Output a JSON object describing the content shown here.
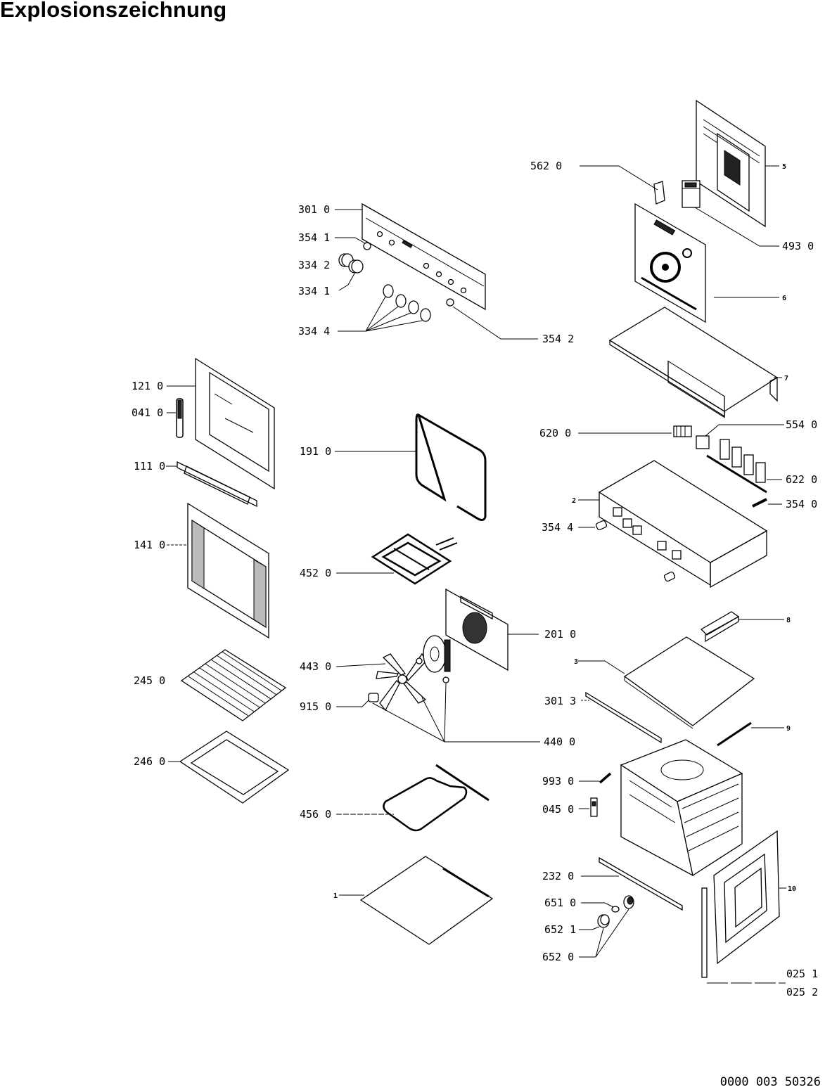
{
  "title": "Explosionszeichnung",
  "document_number": "0000 003 50326",
  "callouts": {
    "c562_0": "562 0",
    "c5": "5",
    "c493_0": "493 0",
    "c6": "6",
    "c7": "7",
    "c301_0": "301 0",
    "c354_1": "354 1",
    "c334_2": "334 2",
    "c334_1": "334 1",
    "c334_4": "334 4",
    "c354_2": "354 2",
    "c121_0": "121 0",
    "c041_0": "041 0",
    "c111_0": "111 0",
    "c141_0": "141 0",
    "c191_0": "191 0",
    "c620_0": "620 0",
    "c554_0": "554 0",
    "c622_0": "622 0",
    "c2": "2",
    "c354_0": "354 0",
    "c354_4": "354 4",
    "c452_0": "452 0",
    "c201_0": "201 0",
    "c8": "8",
    "c3": "3",
    "c443_0": "443 0",
    "c245_0": "245 0",
    "c915_0": "915 0",
    "c301_3": "301 3",
    "c440_0": "440 0",
    "c9": "9",
    "c246_0": "246 0",
    "c993_0": "993 0",
    "c045_0": "045 0",
    "c456_0": "456 0",
    "c232_0": "232 0",
    "c1": "1",
    "c651_0": "651 0",
    "c10": "10",
    "c652_1": "652 1",
    "c652_0": "652 0",
    "c025_1": "025 1",
    "c025_2": "025 2"
  }
}
